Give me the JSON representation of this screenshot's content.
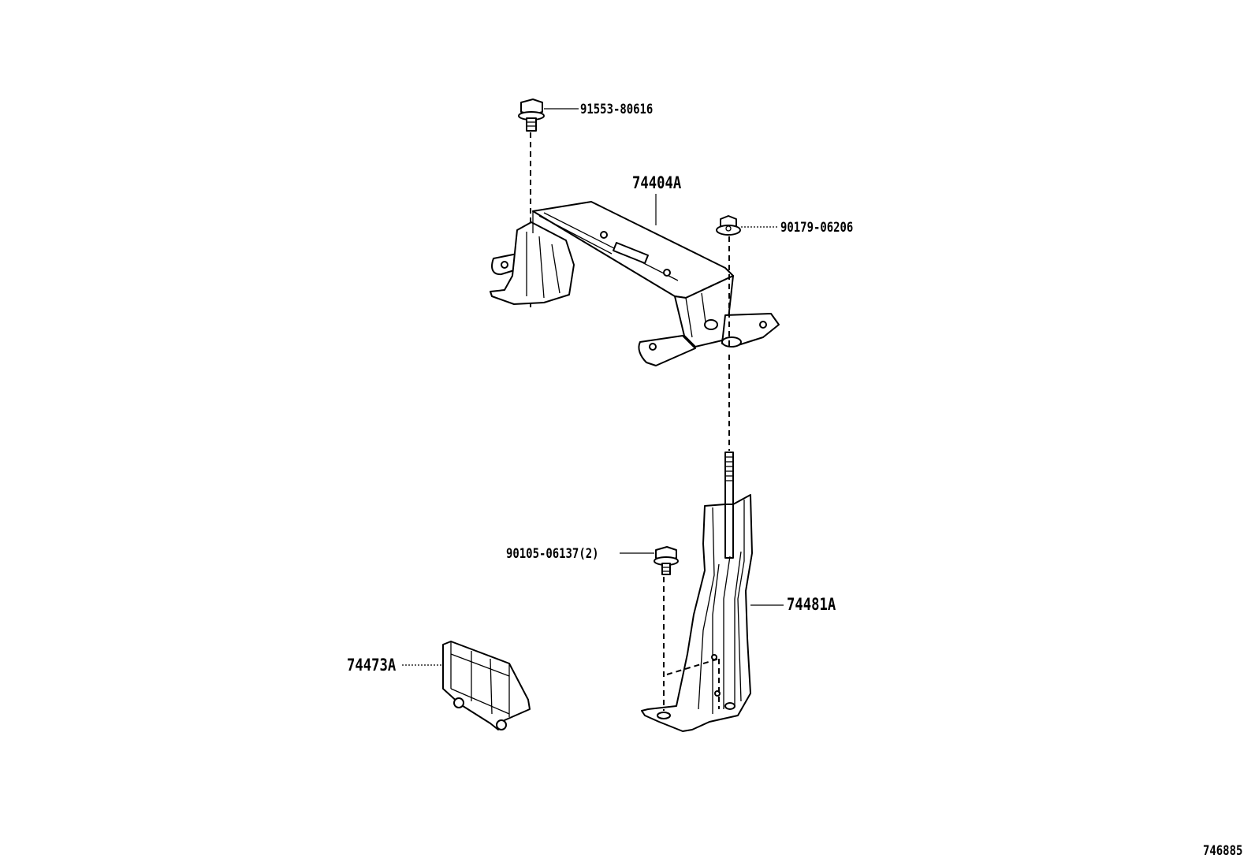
{
  "parts": [
    {
      "id": "bolt_top",
      "part_number": "91553-80616"
    },
    {
      "id": "bracket_upper",
      "part_number": "74404A"
    },
    {
      "id": "nut",
      "part_number": "90179-06206"
    },
    {
      "id": "bolt_mid",
      "part_number": "90105-06137(2)"
    },
    {
      "id": "bracket_lower",
      "part_number": "74481A"
    },
    {
      "id": "spacer",
      "part_number": "74473A"
    }
  ],
  "diagram_code": "746885"
}
